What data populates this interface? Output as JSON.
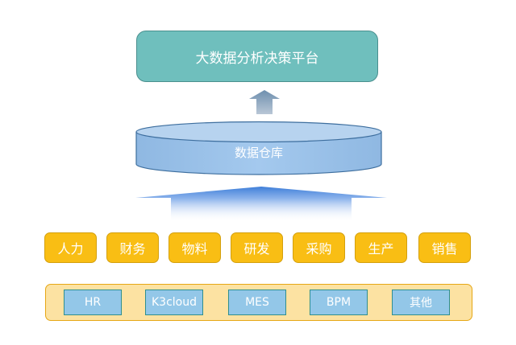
{
  "platform": {
    "label": "大数据分析决策平台"
  },
  "warehouse": {
    "label": "数据仓库"
  },
  "categories": [
    "人力",
    "财务",
    "物料",
    "研发",
    "采购",
    "生产",
    "销售"
  ],
  "sources": [
    "HR",
    "K3cloud",
    "MES",
    "BPM",
    "其他"
  ],
  "colors": {
    "platform": "#6fbfbd",
    "warehouse": "#9cc3e6",
    "category": "#f9be14",
    "source_box": "#93c7e8",
    "source_container": "#fce2a2"
  }
}
